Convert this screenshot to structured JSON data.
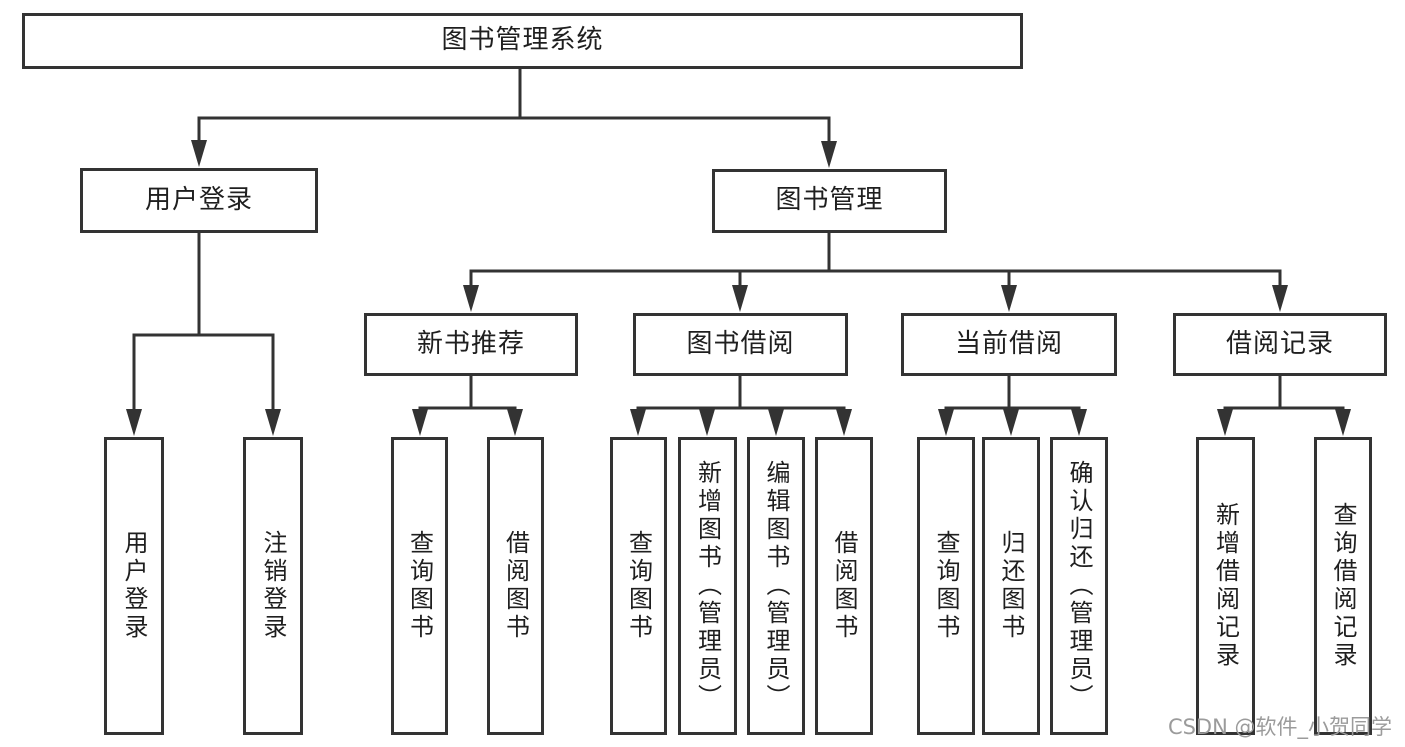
{
  "tree": {
    "root": "图书管理系统",
    "branches": [
      {
        "label": "用户登录",
        "children": [
          "用户登录",
          "注销登录"
        ]
      },
      {
        "label": "图书管理",
        "groups": [
          {
            "label": "新书推荐",
            "children": [
              "查询图书",
              "借阅图书"
            ]
          },
          {
            "label": "图书借阅",
            "children": [
              "查询图书",
              "新增图书（管理员）",
              "编辑图书（管理员）",
              "借阅图书"
            ]
          },
          {
            "label": "当前借阅",
            "children": [
              "查询图书",
              "归还图书",
              "确认归还（管理员）"
            ]
          },
          {
            "label": "借阅记录",
            "children": [
              "新增借阅记录",
              "查询借阅记录"
            ]
          }
        ]
      }
    ]
  },
  "watermark": "CSDN @软件_小贺同学",
  "style": {
    "line_color": "#333333",
    "text_color": "#1f1f1f",
    "watermark_color": "#9b9b9b",
    "background": "#ffffff"
  }
}
